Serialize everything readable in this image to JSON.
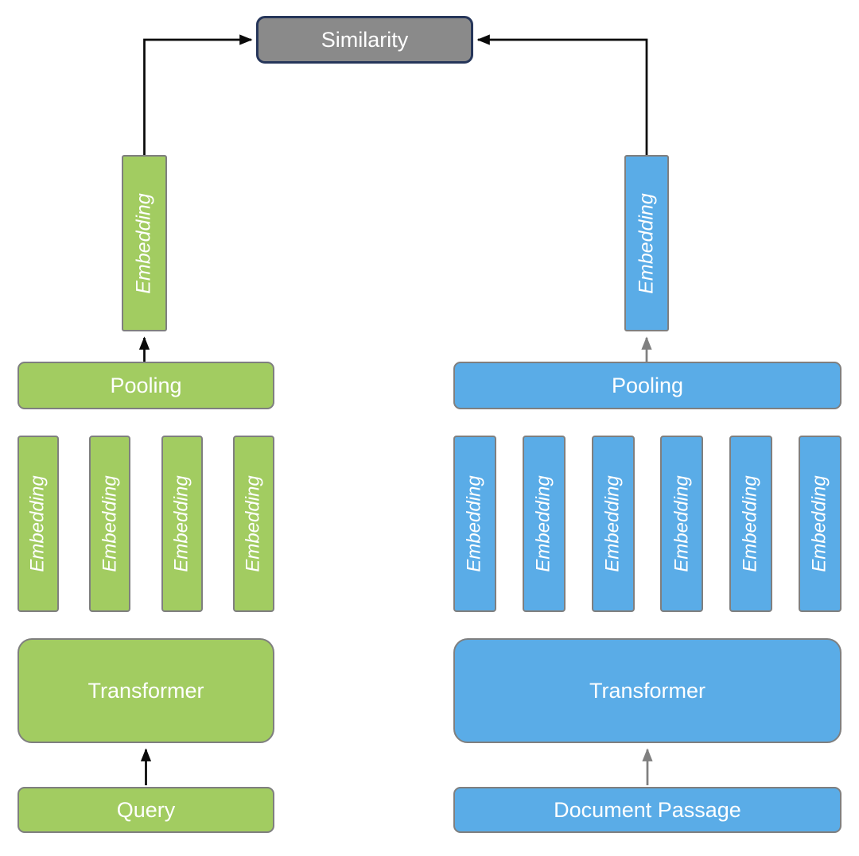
{
  "similarity": {
    "label": "Similarity"
  },
  "query_tower": {
    "embedding_label": "Embedding",
    "pooling_label": "Pooling",
    "token_embeddings": [
      "Embedding",
      "Embedding",
      "Embedding",
      "Embedding"
    ],
    "transformer_label": "Transformer",
    "input_label": "Query"
  },
  "document_tower": {
    "embedding_label": "Embedding",
    "pooling_label": "Pooling",
    "token_embeddings": [
      "Embedding",
      "Embedding",
      "Embedding",
      "Embedding",
      "Embedding",
      "Embedding"
    ],
    "transformer_label": "Transformer",
    "input_label": "Document Passage"
  },
  "colors": {
    "query_green": "#A2CC61",
    "document_blue": "#5AACE7",
    "similarity_gray": "#8A8A8A",
    "similarity_border": "#26365A",
    "box_border_gray": "#7F7F7F",
    "arrow_black": "#0A0A0A",
    "arrow_gray": "#808080",
    "text_white": "#FFFFFF"
  }
}
